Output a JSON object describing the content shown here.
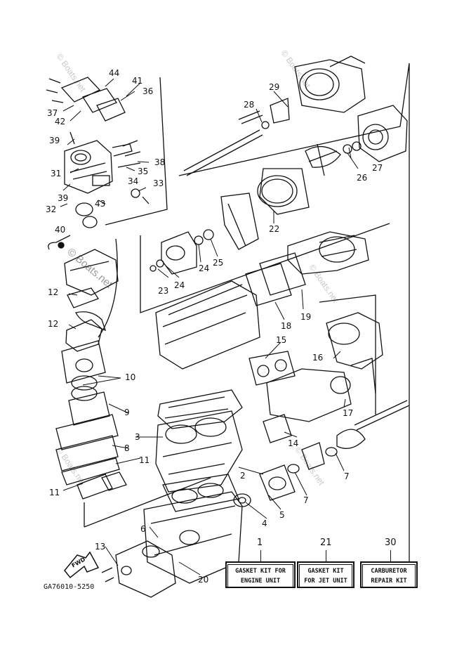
{
  "watermark": "© Boats.net",
  "drawing_code": "GA76010-5250",
  "fwd_label": "FWD",
  "callouts": [
    "44",
    "41",
    "36",
    "37",
    "42",
    "39",
    "38",
    "35",
    "31",
    "34",
    "33",
    "39",
    "43",
    "32",
    "40",
    "29",
    "28",
    "27",
    "26",
    "22",
    "25",
    "24",
    "23",
    "24",
    "12",
    "12",
    "18",
    "19",
    "15",
    "16",
    "10",
    "17",
    "9",
    "3",
    "2",
    "8",
    "14",
    "11",
    "7",
    "11",
    "7",
    "5",
    "4",
    "6",
    "13",
    "20"
  ],
  "kits": [
    {
      "number": "1",
      "line1": "GASKET KIT FOR",
      "line2": "ENGINE UNIT"
    },
    {
      "number": "21",
      "line1": "GASKET KIT",
      "line2": "FOR JET UNIT"
    },
    {
      "number": "30",
      "line1": "CARBURETOR",
      "line2": "REPAIR KIT"
    }
  ]
}
